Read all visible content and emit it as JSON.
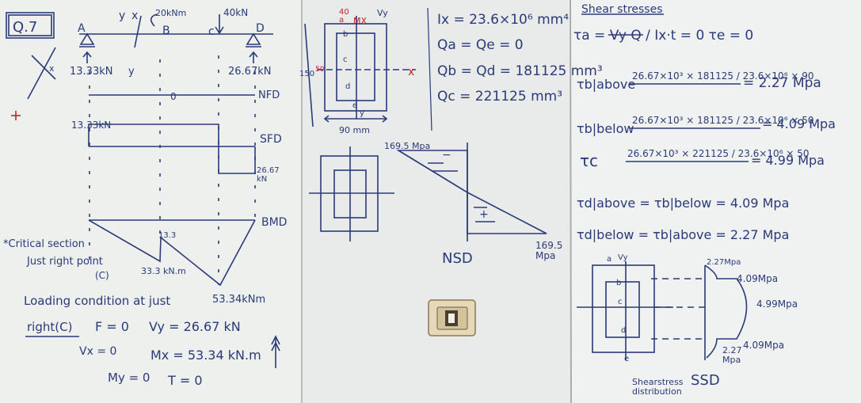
{
  "left_board": {
    "question_label": "Q.7",
    "supports": {
      "a": "A",
      "b": "B",
      "c": "c",
      "d": "D"
    },
    "loads": {
      "moment": "20kNm",
      "point": "40kN",
      "axis_x": "x",
      "axis_y": "y"
    },
    "reactions": {
      "left": "13.33kN",
      "right": "26.67kN",
      "left_symbol": "y",
      "cross_axis": "x"
    },
    "nfd_label": "NFD",
    "nfd_zero": "0",
    "sfd_label": "SFD",
    "sfd_left_value": "13.33kN",
    "sfd_right_value": "26.67\nkN",
    "bmd_label": "BMD",
    "bmd_peak1": "13.3",
    "bmd_value_left": "33.3 kN.m",
    "bmd_value_max": "53.34kNm",
    "critical_lines": [
      "*Critical section",
      "Just right point",
      "(C)"
    ],
    "loading_lines": [
      "Loading condition at just",
      "right(C)"
    ],
    "results": {
      "F": "F = 0",
      "Vy": "Vy = 26.67 kN",
      "Vx": "Vx = 0",
      "Mx": "Mx = 53.34 kN.m",
      "My": "My = 0",
      "T": "T = 0"
    }
  },
  "middle_board": {
    "section_labels": {
      "a": "a",
      "b": "b",
      "c": "c",
      "d": "d",
      "e": "e",
      "Vy": "Vy",
      "MX": "MX",
      "x": "x",
      "y": "y"
    },
    "section_dims": {
      "top": "40",
      "height": "150",
      "side": "50",
      "width": "90 mm"
    },
    "properties": {
      "Ix": "Ix = 23.6×10⁶ mm⁴",
      "Qa": "Qa = Qe = 0",
      "Qb": "Qb = Qd = 181125 mm³",
      "Qc": "Qc = 221125 mm³"
    },
    "nsd": {
      "top_value": "169.5 Mpa",
      "bottom_value": "169.5\nMpa",
      "label": "NSD",
      "minus": "−",
      "plus": "+"
    }
  },
  "right_board": {
    "title": "Shear stresses",
    "tau_a": "τa = Vy Q / Ix·t = 0   τe = 0",
    "tau_b_above_lhs": "τb|above",
    "tau_b_above_expr": "26.67×10³ × 181125 / 23.6×10⁶ × 90",
    "tau_b_above_val": "= 2.27 Mpa",
    "tau_b_below_lhs": "τb|below",
    "tau_b_below_expr": "26.67×10³ × 181125 / 23.6×10⁶ × 50",
    "tau_b_below_val": "= 4.09 Mpa",
    "tau_c_lhs": "τc",
    "tau_c_expr": "26.67×10³ × 221125 / 23.6×10⁶ × 50",
    "tau_c_val": "= 4.99 Mpa",
    "tau_d_above": "τd|above = τb|below = 4.09 Mpa",
    "tau_d_below": "τd|below = τb|above = 2.27 Mpa",
    "ssd_values": {
      "v1": "2.27Mpa",
      "v2": "4.09Mpa",
      "v3": "4.99Mpa",
      "v4": "4.09Mpa",
      "v5": "2.27\nMpa"
    },
    "ssd_section_labels": {
      "a": "a",
      "b": "b",
      "c": "c",
      "d": "d",
      "e": "e",
      "Vy": "Vy"
    },
    "caption_left": "Shearstress\ndistribution",
    "caption_right": "SSD"
  }
}
